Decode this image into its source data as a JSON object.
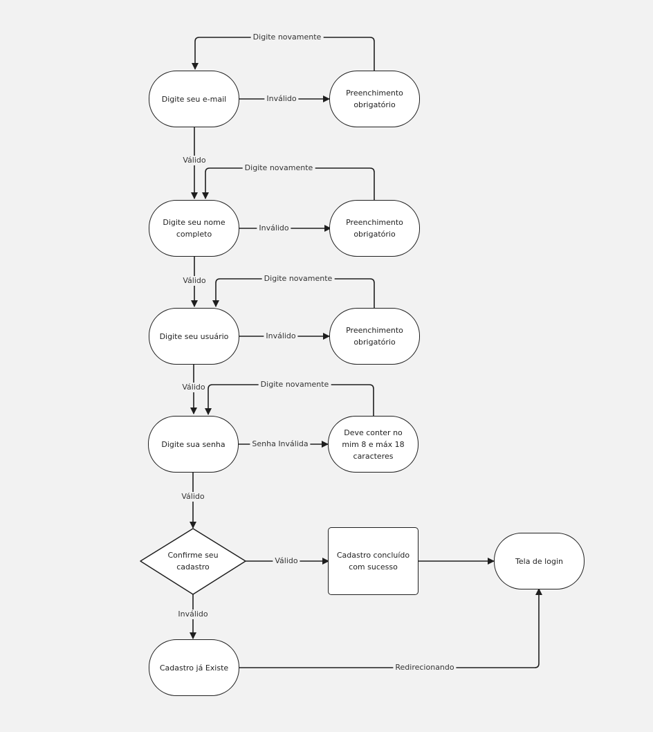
{
  "diagram": {
    "nodes": {
      "email": "Digite seu e-mail",
      "email_required": "Preenchimento obrigatório",
      "name": "Digite seu nome completo",
      "name_required": "Preenchimento obrigatório",
      "user": "Digite seu usuário",
      "user_required": "Preenchimento obrigatório",
      "password": "Digite sua senha",
      "password_rule": "Deve conter no mim 8 e máx 18 caracteres",
      "confirm": "Confirme seu cadastro",
      "success": "Cadastro concluído com sucesso",
      "login": "Tela de login",
      "exists": "Cadastro já Existe"
    },
    "edges": {
      "email_invalid": "Inválido",
      "email_retry": "Digite novamente",
      "email_valid": "Válido",
      "name_invalid": "Inválido",
      "name_retry": "Digite novamente",
      "name_valid": "Válido",
      "user_invalid": "Inválido",
      "user_retry": "Digite novamente",
      "user_valid": "Válido",
      "password_invalid": "Senha Inválida",
      "password_retry": "Digite novamente",
      "password_valid": "Válido",
      "confirm_valid": "Válido",
      "confirm_invalid": "Inválido",
      "redirect": "Redirecionando"
    }
  }
}
